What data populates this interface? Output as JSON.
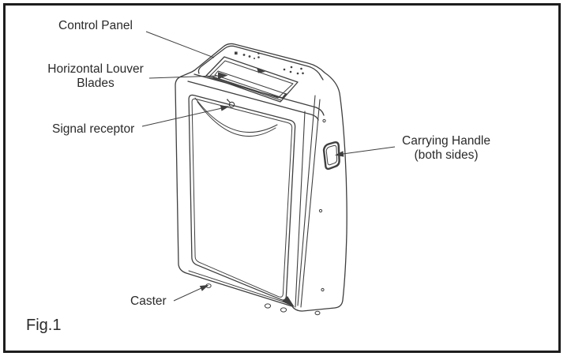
{
  "figure": {
    "caption": "Fig.1",
    "labels": {
      "control_panel": "Control Panel",
      "louver_line1": "Horizontal Louver",
      "louver_line2": "Blades",
      "signal_receptor": "Signal receptor",
      "handle_line1": "Carrying Handle",
      "handle_line2": "(both sides)",
      "caster": "Caster"
    },
    "colors": {
      "border": "#1d1d1d",
      "line": "#3f3f3f",
      "text": "#2a2a2a",
      "background": "#ffffff"
    }
  }
}
